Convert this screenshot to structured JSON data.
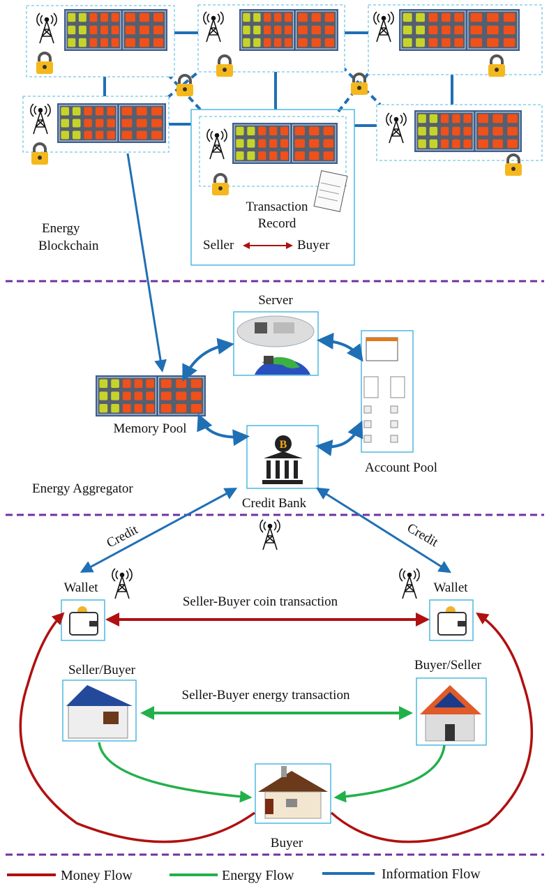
{
  "blockchain": {
    "section_label_line1": "Energy",
    "section_label_line2": "Blockchain",
    "transaction_record_line1": "Transaction",
    "transaction_record_line2": "Record",
    "seller": "Seller",
    "buyer": "Buyer"
  },
  "aggregator": {
    "section_label": "Energy Aggregator",
    "server": "Server",
    "memory_pool": "Memory Pool",
    "account_pool": "Account Pool",
    "credit_bank": "Credit Bank"
  },
  "market": {
    "credit_left": "Credit",
    "credit_right": "Credit",
    "wallet_left": "Wallet",
    "wallet_right": "Wallet",
    "coin_transaction": "Seller-Buyer coin transaction",
    "energy_transaction": "Seller-Buyer energy transaction",
    "seller_buyer": "Seller/Buyer",
    "buyer_seller": "Buyer/Seller",
    "buyer": "Buyer"
  },
  "legend": {
    "money": "Money Flow",
    "energy": "Energy Flow",
    "information": "Information Flow"
  },
  "colors": {
    "money": "#b01010",
    "energy": "#22b04b",
    "information": "#1f6fb5",
    "divider": "#7030a0",
    "box_border": "#4bb8e0",
    "block_green": "#c6d42a",
    "block_orange": "#f0501a",
    "block_frame": "#3f5f8f"
  }
}
